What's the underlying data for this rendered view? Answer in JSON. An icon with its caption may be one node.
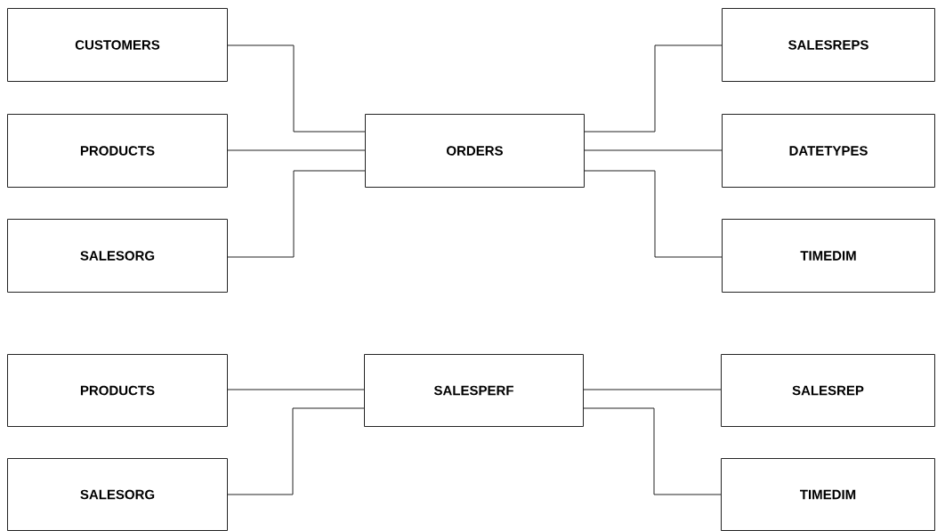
{
  "diagram": {
    "nodes": [
      {
        "text": [
          "CUSTOMERS"
        ]
      },
      {
        "text": [
          "PRODUCTS"
        ]
      },
      {
        "text": [
          "SALESORG"
        ]
      },
      {
        "text": [
          "ORDERS"
        ]
      },
      {
        "text": [
          "SALESREPS"
        ]
      },
      {
        "text": [
          "DATETYPES"
        ]
      },
      {
        "text": [
          "TIMEDIM"
        ]
      },
      {
        "text": [
          "PRODUCTS"
        ]
      },
      {
        "text": [
          "SALESPERF"
        ]
      },
      {
        "text": [
          "SALESREP"
        ]
      },
      {
        "text": [
          "SALESORG"
        ]
      },
      {
        "text": [
          "TIMEDIM"
        ]
      }
    ],
    "edges": [
      {
        "from": 0,
        "to": 3,
        "arrow": "none"
      },
      {
        "from": 1,
        "to": 3,
        "arrow": "none"
      },
      {
        "from": 2,
        "to": 3,
        "arrow": "none"
      },
      {
        "from": 3,
        "to": 4,
        "arrow": "none"
      },
      {
        "from": 3,
        "to": 5,
        "arrow": "none"
      },
      {
        "from": 3,
        "to": 6,
        "arrow": "none"
      },
      {
        "from": 7,
        "to": 8,
        "arrow": "none"
      },
      {
        "from": 10,
        "to": 8,
        "arrow": "none"
      },
      {
        "from": 8,
        "to": 9,
        "arrow": "none"
      },
      {
        "from": 8,
        "to": 11,
        "arrow": "none"
      }
    ]
  }
}
